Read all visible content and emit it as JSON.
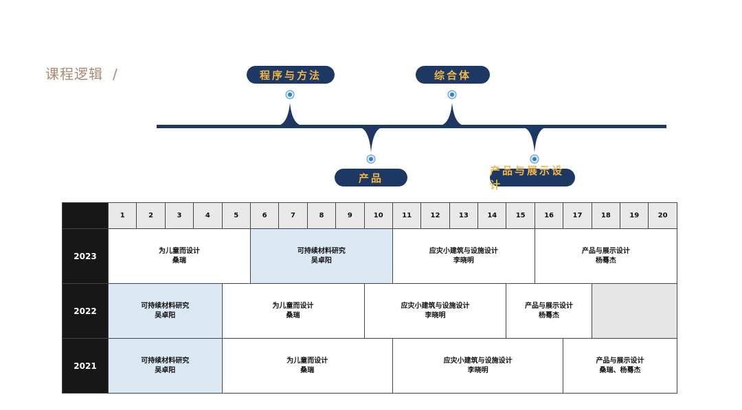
{
  "page": {
    "title": "课程逻辑",
    "title_slash": "/"
  },
  "timeline": {
    "top_labels": [
      "程序与方法",
      "综合体"
    ],
    "bottom_labels": [
      "产品",
      "产品与展示设计"
    ]
  },
  "colors": {
    "navy": "#1e3864",
    "gold": "#f2b642",
    "light_blue": "#dce8f4",
    "tan": "#a78b72"
  },
  "table": {
    "weeks": [
      "1",
      "2",
      "3",
      "4",
      "5",
      "6",
      "7",
      "8",
      "9",
      "10",
      "11",
      "12",
      "13",
      "14",
      "15",
      "16",
      "17",
      "18",
      "19",
      "20"
    ],
    "rows": [
      {
        "year": "2023",
        "cells": [
          {
            "title": "为儿童而设计",
            "teacher": "桑瑞",
            "span": 5,
            "color": "white"
          },
          {
            "title": "可持续材料研究",
            "teacher": "吴卓阳",
            "span": 5,
            "color": "blue"
          },
          {
            "title": "应灾小建筑与设施设计",
            "teacher": "李晓明",
            "span": 5,
            "color": "white"
          },
          {
            "title": "产品与展示设计",
            "teacher": "杨蓦杰",
            "span": 5,
            "color": "white"
          }
        ]
      },
      {
        "year": "2022",
        "cells": [
          {
            "title": "可持续材料研究",
            "teacher": "吴卓阳",
            "span": 4,
            "color": "blue"
          },
          {
            "title": "为儿童而设计",
            "teacher": "桑瑞",
            "span": 5,
            "color": "white"
          },
          {
            "title": "应灾小建筑与设施设计",
            "teacher": "李晓明",
            "span": 5,
            "color": "white"
          },
          {
            "title": "产品与展示设计",
            "teacher": "杨蓦杰",
            "span": 3,
            "color": "white"
          },
          {
            "title": "",
            "teacher": "",
            "span": 3,
            "color": "gray"
          }
        ]
      },
      {
        "year": "2021",
        "cells": [
          {
            "title": "可持续材料研究",
            "teacher": "吴卓阳",
            "span": 4,
            "color": "blue"
          },
          {
            "title": "为儿童而设计",
            "teacher": "桑瑞",
            "span": 6,
            "color": "white"
          },
          {
            "title": "应灾小建筑与设施设计",
            "teacher": "李晓明",
            "span": 6,
            "color": "white"
          },
          {
            "title": "产品与展示设计",
            "teacher": "桑瑞、杨蓦杰",
            "span": 4,
            "color": "white"
          }
        ]
      }
    ]
  }
}
